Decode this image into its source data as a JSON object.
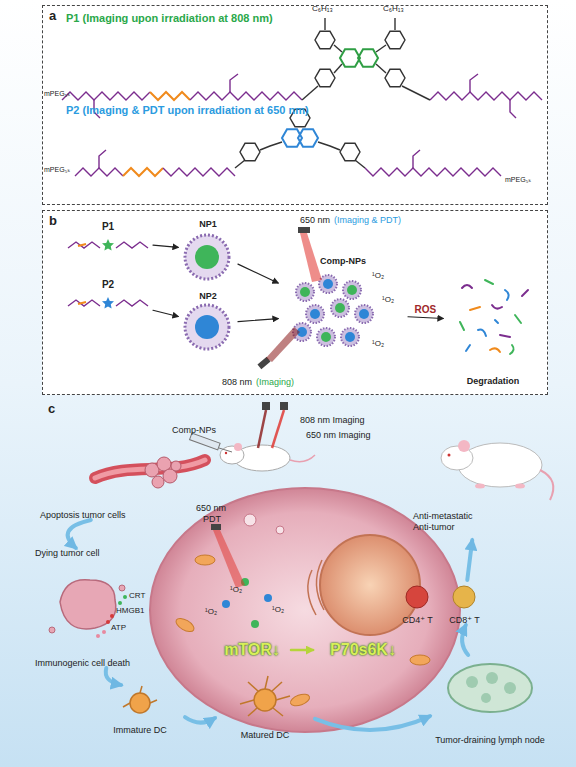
{
  "diagram": {
    "nodes": [
      {
        "text": [
          "a"
        ]
      },
      {
        "text": [
          "b"
        ]
      },
      {
        "text": [
          "P1"
        ],
        "in": 1
      },
      {
        "text": [
          "P2"
        ],
        "in": 1
      },
      {
        "text": [
          "NP1"
        ],
        "in": 1
      },
      {
        "text": [
          "NP2"
        ],
        "in": 1
      },
      {
        "text": [
          "Comp-NPs"
        ],
        "in": 1
      },
      {
        "text": [
          "Degradation"
        ],
        "in": 1
      },
      {
        "text": [
          "mTOR↓"
        ]
      },
      {
        "text": [
          "P70s6K↓"
        ]
      },
      {
        "text": [
          "Apoptosis tumor cells"
        ]
      },
      {
        "text": [
          "Dying tumor cell",
          "Immunogenic cell death"
        ]
      },
      {
        "text": [
          "Immature DC"
        ]
      },
      {
        "text": [
          "Matured DC"
        ]
      },
      {
        "text": [
          "Tumor-draining lymph node"
        ]
      },
      {
        "text": [
          "CD4⁺ T"
        ]
      },
      {
        "text": [
          "CD8⁺ T"
        ]
      },
      {
        "text": [
          "Anti-metastatic",
          "Anti-tumor"
        ]
      }
    ],
    "edges": [
      {
        "from": 2,
        "to": 4,
        "arrow": "to"
      },
      {
        "from": 3,
        "to": 5,
        "arrow": "to"
      },
      {
        "from": 4,
        "to": 6,
        "arrow": "to"
      },
      {
        "from": 5,
        "to": 6,
        "arrow": "to"
      },
      {
        "from": 6,
        "to": 7,
        "label": "ROS",
        "arrow": "to"
      },
      {
        "from": 10,
        "to": 11,
        "arrow": "to"
      },
      {
        "from": 11,
        "to": 12,
        "arrow": "to"
      },
      {
        "from": 12,
        "to": 13,
        "arrow": "to"
      },
      {
        "from": 13,
        "to": 14,
        "arrow": "to"
      },
      {
        "from": 14,
        "to": 16,
        "arrow": "to"
      },
      {
        "from": 16,
        "to": 17,
        "arrow": "to"
      },
      {
        "from": 8,
        "to": 9,
        "arrow": "to"
      }
    ],
    "labels": [
      "P1 (Imaging upon irradiation at 808 nm)",
      "mPEG₅ₖ",
      "C₆H₁₃",
      "C₆H₁₃",
      "P2 (Imaging & PDT upon irradiation at 650 nm)",
      "mPEG₅ₖ",
      "mPEG₅ₖ",
      "650 nm",
      "(Imaging & PDT)",
      "808 nm",
      "(Imaging)",
      "¹O₂",
      "¹O₂",
      "¹O₂",
      "c",
      "Comp-NPs",
      "808 nm Imaging",
      "650 nm Imaging",
      "650 nm",
      "PDT",
      "CRT",
      "HMGB1",
      "ATP",
      "¹O₂",
      "¹O₂",
      "¹O₂"
    ]
  }
}
